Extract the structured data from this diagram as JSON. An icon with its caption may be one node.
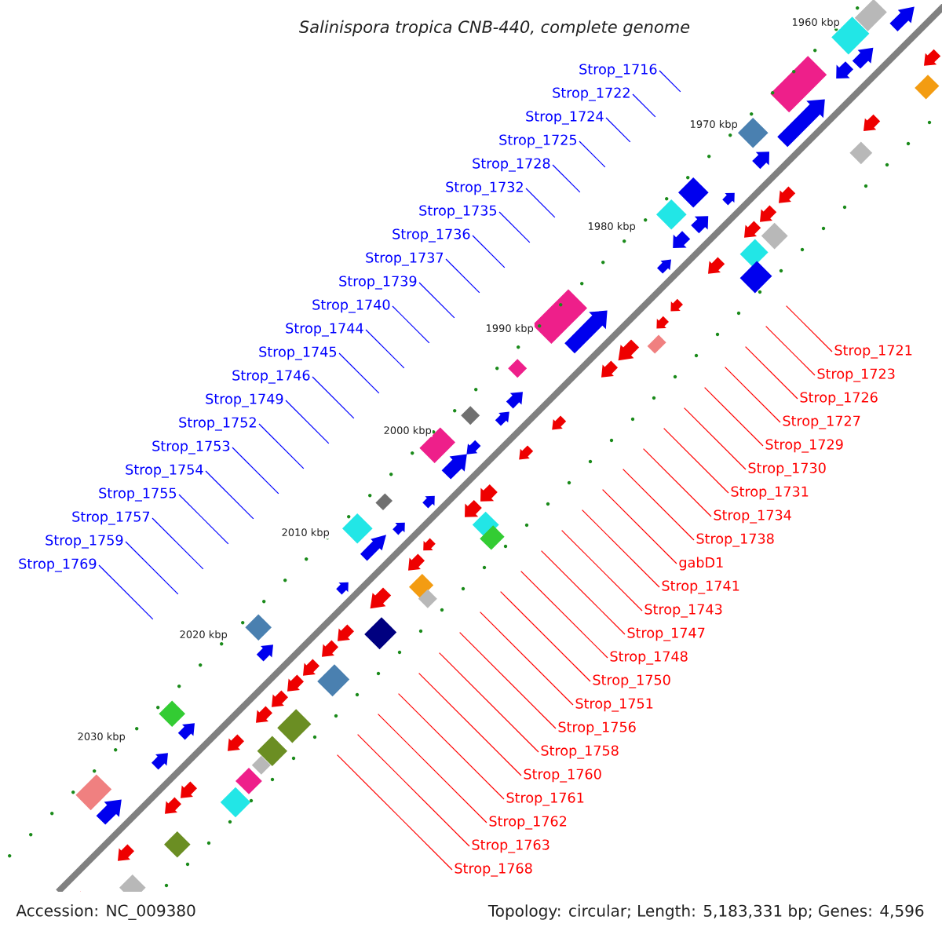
{
  "diagram": {
    "title": "Salinispora tropica CNB-440, complete genome",
    "nodes": [
      {
        "text": [
          "Strop_1716"
        ]
      },
      {
        "text": [
          "Strop_1722"
        ]
      },
      {
        "text": [
          "Strop_1724"
        ]
      },
      {
        "text": [
          "Strop_1725"
        ]
      },
      {
        "text": [
          "Strop_1728"
        ]
      },
      {
        "text": [
          "Strop_1732"
        ]
      },
      {
        "text": [
          "Strop_1735"
        ]
      },
      {
        "text": [
          "Strop_1736"
        ]
      },
      {
        "text": [
          "Strop_1737"
        ]
      },
      {
        "text": [
          "Strop_1739"
        ]
      },
      {
        "text": [
          "Strop_1740"
        ]
      },
      {
        "text": [
          "Strop_1744"
        ]
      },
      {
        "text": [
          "Strop_1745"
        ]
      },
      {
        "text": [
          "Strop_1746"
        ]
      },
      {
        "text": [
          "Strop_1749"
        ]
      },
      {
        "text": [
          "Strop_1752"
        ]
      },
      {
        "text": [
          "Strop_1753"
        ]
      },
      {
        "text": [
          "Strop_1754"
        ]
      },
      {
        "text": [
          "Strop_1755"
        ]
      },
      {
        "text": [
          "Strop_1757"
        ]
      },
      {
        "text": [
          "Strop_1759"
        ]
      },
      {
        "text": [
          "Strop_1769"
        ]
      },
      {
        "text": [
          "Strop_1721"
        ]
      },
      {
        "text": [
          "Strop_1723"
        ]
      },
      {
        "text": [
          "Strop_1726"
        ]
      },
      {
        "text": [
          "Strop_1727"
        ]
      },
      {
        "text": [
          "Strop_1729"
        ]
      },
      {
        "text": [
          "Strop_1730"
        ]
      },
      {
        "text": [
          "Strop_1731"
        ]
      },
      {
        "text": [
          "Strop_1734"
        ]
      },
      {
        "text": [
          "Strop_1738"
        ]
      },
      {
        "text": [
          "gabD1"
        ]
      },
      {
        "text": [
          "Strop_1741"
        ]
      },
      {
        "text": [
          "Strop_1743"
        ]
      },
      {
        "text": [
          "Strop_1747"
        ]
      },
      {
        "text": [
          "Strop_1748"
        ]
      },
      {
        "text": [
          "Strop_1750"
        ]
      },
      {
        "text": [
          "Strop_1751"
        ]
      },
      {
        "text": [
          "Strop_1756"
        ]
      },
      {
        "text": [
          "Strop_1758"
        ]
      },
      {
        "text": [
          "Strop_1760"
        ]
      },
      {
        "text": [
          "Strop_1761"
        ]
      },
      {
        "text": [
          "Strop_1762"
        ]
      },
      {
        "text": [
          "Strop_1763"
        ]
      },
      {
        "text": [
          "Strop_1768"
        ]
      }
    ],
    "edges": [
      {
        "from": 0,
        "to": null,
        "arrow": "none",
        "color": "#0000ff"
      },
      {
        "from": 1,
        "to": null,
        "arrow": "none",
        "color": "#0000ff"
      },
      {
        "from": 2,
        "to": null,
        "arrow": "none",
        "color": "#0000ff"
      },
      {
        "from": 3,
        "to": null,
        "arrow": "none",
        "color": "#0000ff"
      },
      {
        "from": 4,
        "to": null,
        "arrow": "none",
        "color": "#0000ff"
      },
      {
        "from": 5,
        "to": null,
        "arrow": "none",
        "color": "#0000ff"
      },
      {
        "from": 6,
        "to": null,
        "arrow": "none",
        "color": "#0000ff"
      },
      {
        "from": 7,
        "to": null,
        "arrow": "none",
        "color": "#0000ff"
      },
      {
        "from": 8,
        "to": null,
        "arrow": "none",
        "color": "#0000ff"
      },
      {
        "from": 9,
        "to": null,
        "arrow": "none",
        "color": "#0000ff"
      },
      {
        "from": 10,
        "to": null,
        "arrow": "none",
        "color": "#0000ff"
      },
      {
        "from": 11,
        "to": null,
        "arrow": "none",
        "color": "#0000ff"
      },
      {
        "from": 12,
        "to": null,
        "arrow": "none",
        "color": "#0000ff"
      },
      {
        "from": 13,
        "to": null,
        "arrow": "none",
        "color": "#0000ff"
      },
      {
        "from": 14,
        "to": null,
        "arrow": "none",
        "color": "#0000ff"
      },
      {
        "from": 15,
        "to": null,
        "arrow": "none",
        "color": "#0000ff"
      },
      {
        "from": 16,
        "to": null,
        "arrow": "none",
        "color": "#0000ff"
      },
      {
        "from": 17,
        "to": null,
        "arrow": "none",
        "color": "#0000ff"
      },
      {
        "from": 18,
        "to": null,
        "arrow": "none",
        "color": "#0000ff"
      },
      {
        "from": 19,
        "to": null,
        "arrow": "none",
        "color": "#0000ff"
      },
      {
        "from": 20,
        "to": null,
        "arrow": "none",
        "color": "#0000ff"
      },
      {
        "from": 21,
        "to": null,
        "arrow": "none",
        "color": "#0000ff"
      },
      {
        "from": 22,
        "to": null,
        "arrow": "none"
      },
      {
        "from": 23,
        "to": null,
        "arrow": "none"
      },
      {
        "from": 24,
        "to": null,
        "arrow": "none"
      },
      {
        "from": 25,
        "to": null,
        "arrow": "none"
      },
      {
        "from": 26,
        "to": null,
        "arrow": "none"
      },
      {
        "from": 27,
        "to": null,
        "arrow": "none"
      },
      {
        "from": 28,
        "to": null,
        "arrow": "none"
      },
      {
        "from": 29,
        "to": null,
        "arrow": "none"
      },
      {
        "from": 30,
        "to": null,
        "arrow": "none"
      },
      {
        "from": 31,
        "to": null,
        "arrow": "none"
      },
      {
        "from": 32,
        "to": null,
        "arrow": "none"
      },
      {
        "from": 33,
        "to": null,
        "arrow": "none"
      },
      {
        "from": 34,
        "to": null,
        "arrow": "none"
      },
      {
        "from": 35,
        "to": null,
        "arrow": "none"
      },
      {
        "from": 36,
        "to": null,
        "arrow": "none"
      },
      {
        "from": 37,
        "to": null,
        "arrow": "none"
      },
      {
        "from": 38,
        "to": null,
        "arrow": "none"
      },
      {
        "from": 39,
        "to": null,
        "arrow": "none"
      },
      {
        "from": 40,
        "to": null,
        "arrow": "none"
      },
      {
        "from": 41,
        "to": null,
        "arrow": "none"
      },
      {
        "from": 42,
        "to": null,
        "arrow": "none"
      },
      {
        "from": 43,
        "to": null,
        "arrow": "none"
      },
      {
        "from": 44,
        "to": null,
        "arrow": "none"
      }
    ],
    "labels": [
      "1960 kbp",
      "1970 kbp",
      "1980 kbp",
      "1990 kbp",
      "2000 kbp",
      "2010 kbp",
      "2020 kbp",
      "2030 kbp",
      "Accession: NC_009380",
      "Topology: circular; Length: 5,183,331 bp; Genes: 4,596"
    ]
  }
}
